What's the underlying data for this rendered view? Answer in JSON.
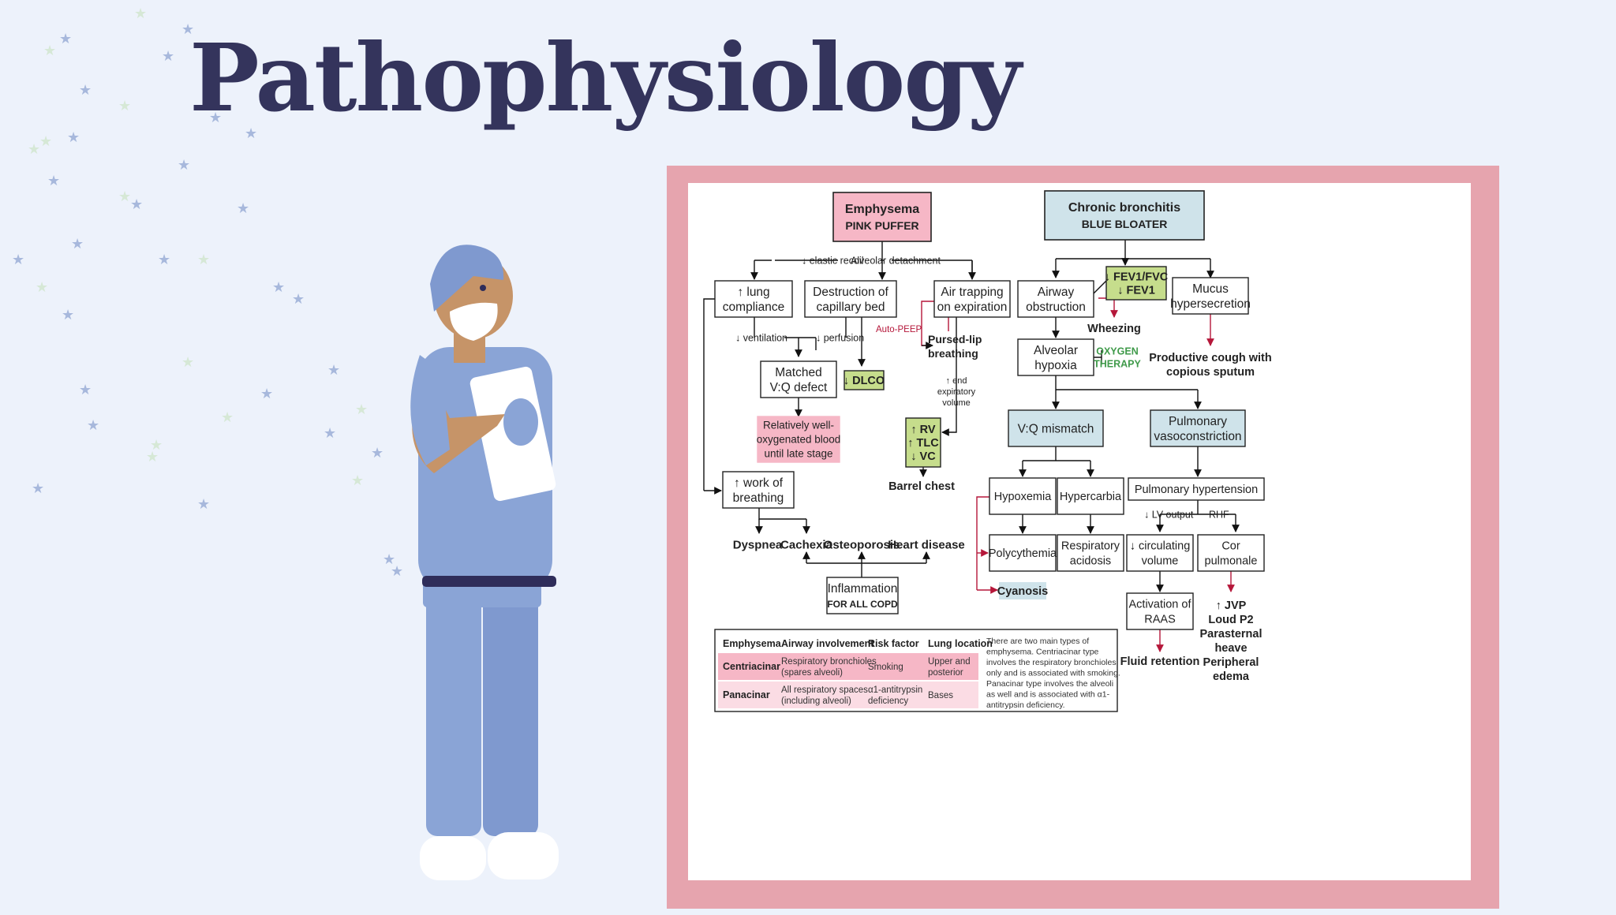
{
  "slide": {
    "title": "Pathophysiology"
  },
  "colors": {
    "background": "#edf2fb",
    "title": "#34345c",
    "frame": "#e6a4ae",
    "pink_box": "#f6b7c6",
    "blue_box": "#cfe3ea",
    "green_box": "#c6dd8c",
    "red_arrow": "#b5173a",
    "therapy_green": "#3f9a4a"
  },
  "diagram": {
    "emphysema": {
      "title": "Emphysema",
      "subtitle": "PINK PUFFER"
    },
    "bronchitis": {
      "title": "Chronic bronchitis",
      "subtitle": "BLUE BLOATER"
    },
    "edge_elastic_recoil": "↓ elastic recoil",
    "edge_alveolar_detachment": "Alveolar detachment",
    "lung_compliance": [
      "↑ lung",
      "compliance"
    ],
    "destruction": [
      "Destruction of",
      "capillary bed"
    ],
    "air_trapping": [
      "Air trapping",
      "on expiration"
    ],
    "edge_ventilation": "↓ ventilation",
    "edge_perfusion": "↓ perfusion",
    "auto_peep": "Auto-PEEP",
    "pursed_lip": [
      "Pursed-lip",
      "breathing"
    ],
    "matched_vq": [
      "Matched",
      "V:Q defect"
    ],
    "dlco": "↓ DLCO",
    "end_expiratory": [
      "↑ end",
      "expiratory",
      "volume"
    ],
    "oxygenated": [
      "Relatively well-",
      "oxygenated blood",
      "until late stage"
    ],
    "rv_tlc_vc": [
      "↑ RV",
      "↑ TLC",
      "↓ VC"
    ],
    "barrel_chest": "Barrel chest",
    "work_breathing": [
      "↑ work of",
      "breathing"
    ],
    "dyspnea": "Dyspnea",
    "cachexia": "Cachexia",
    "osteoporosis": "Osteoporosis",
    "heart_disease": "Heart disease",
    "inflammation": {
      "title": "Inflammation",
      "subtitle": "FOR ALL COPD"
    },
    "airway_obstruction": [
      "Airway",
      "obstruction"
    ],
    "fev": [
      "↓ FEV1/FVC",
      "↓ FEV1"
    ],
    "mucus": [
      "Mucus",
      "hypersecretion"
    ],
    "wheezing": "Wheezing",
    "productive_cough": [
      "Productive cough with",
      "copious sputum"
    ],
    "alveolar_hypoxia": [
      "Alveolar",
      "hypoxia"
    ],
    "oxygen_therapy": [
      "OXYGEN",
      "THERAPY"
    ],
    "vq_mismatch": "V:Q mismatch",
    "pulm_vasoconstriction": [
      "Pulmonary",
      "vasoconstriction"
    ],
    "hypoxemia": "Hypoxemia",
    "hypercarbia": "Hypercarbia",
    "pulm_hypertension": "Pulmonary hypertension",
    "edge_lv_output": "↓ LV output",
    "edge_rhf": "RHF",
    "polycythemia": "Polycythemia",
    "resp_acidosis": [
      "Respiratory",
      "acidosis"
    ],
    "circulating_volume": [
      "↓ circulating",
      "volume"
    ],
    "cor_pulmonale": [
      "Cor",
      "pulmonale"
    ],
    "cyanosis": "Cyanosis",
    "raas": [
      "Activation of",
      "RAAS"
    ],
    "fluid_retention": "Fluid retention",
    "cor_signs": [
      "↑ JVP",
      "Loud P2",
      "Parasternal",
      "heave",
      "Peripheral",
      "edema"
    ],
    "table": {
      "headers": [
        "Emphysema",
        "Airway involvement",
        "Risk factor",
        "Lung location"
      ],
      "rows": [
        {
          "type": "Centriacinar",
          "airway": [
            "Respiratory bronchioles",
            "(spares alveoli)"
          ],
          "risk": [
            "Smoking"
          ],
          "location": [
            "Upper and",
            "posterior"
          ]
        },
        {
          "type": "Panacinar",
          "airway": [
            "All respiratory spaces",
            "(including alveoli)"
          ],
          "risk": [
            "α1-antitrypsin",
            "deficiency"
          ],
          "location": [
            "Bases"
          ]
        }
      ],
      "note": [
        "There are two main types of",
        "emphysema. Centriacinar type",
        "involves the respiratory bronchioles",
        "only and is associated with smoking.",
        "Panacinar type involves the alveoli",
        "as well and is associated with α1-",
        "antitrypsin deficiency."
      ]
    }
  }
}
